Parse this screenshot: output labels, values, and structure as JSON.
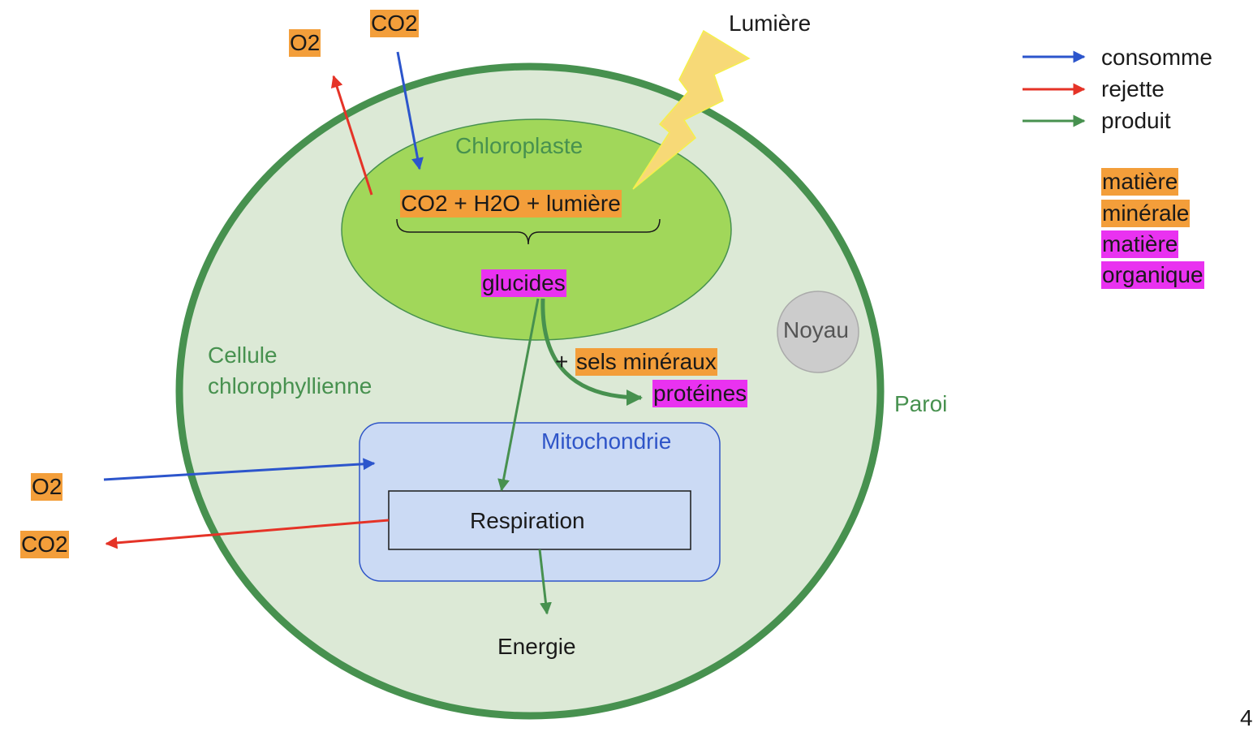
{
  "colors": {
    "consomme": "#2c55cc",
    "rejette": "#e53327",
    "produit": "#47914f",
    "matiere_minerale": "#f39e3a",
    "matiere_organique": "#e932f0",
    "cell_fill": "#dce9d6",
    "cell_wall": "#47914f",
    "chloroplast_fill": "#a1d75a",
    "mitochondria_fill": "#cbdaf4",
    "mitochondria_border": "#2f55c8",
    "nucleus_fill": "#cccccc",
    "lightning_fill": "#f7d977"
  },
  "labels": {
    "o2_top": "O2",
    "co2_top": "CO2",
    "lumiere": "Lumière",
    "chloroplaste": "Chloroplaste",
    "reactants": "CO2 + H2O + lumière",
    "glucides": "glucides",
    "plus": "+",
    "sels_mineraux": "sels minéraux",
    "proteines": "protéines",
    "noyau": "Noyau",
    "paroi": "Paroi",
    "cellule_line1": "Cellule",
    "cellule_line2": "chlorophyllienne",
    "mitochondrie": "Mitochondrie",
    "respiration": "Respiration",
    "o2_left": "O2",
    "co2_left": "CO2",
    "energie": "Energie",
    "page_number": "4"
  },
  "legend": {
    "arrows": [
      {
        "label": "consomme",
        "color_key": "consomme"
      },
      {
        "label": "rejette",
        "color_key": "rejette"
      },
      {
        "label": "produit",
        "color_key": "produit"
      }
    ],
    "matter": [
      {
        "line1": "matière",
        "line2": "minérale",
        "type": "minerale"
      },
      {
        "line1": "matière",
        "line2": "organique",
        "type": "organique"
      }
    ]
  }
}
